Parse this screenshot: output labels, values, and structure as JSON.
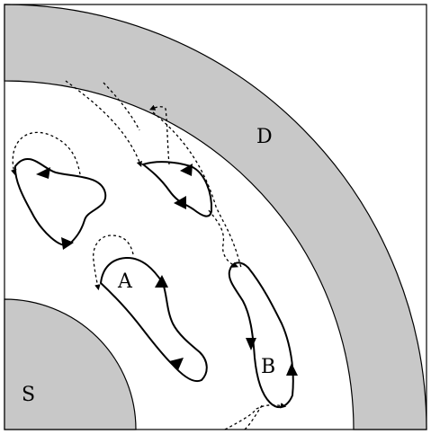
{
  "labels": {
    "D": "D",
    "S": "S",
    "A": "A",
    "B": "B"
  },
  "colors": {
    "region_fill": "#c8c8c8",
    "stroke": "#000000",
    "background": "#ffffff"
  }
}
